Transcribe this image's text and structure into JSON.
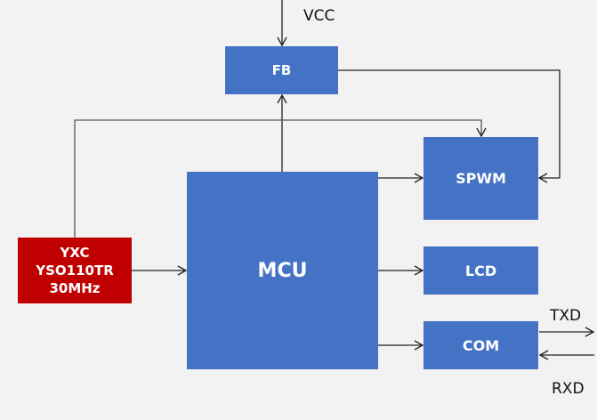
{
  "blocks": {
    "fb": "FB",
    "mcu": "MCU",
    "spwm": "SPWM",
    "lcd": "LCD",
    "com": "COM",
    "oscillator": [
      "YXC",
      "YSO110TR",
      "30MHz"
    ]
  },
  "labels": {
    "vcc": "VCC",
    "txd": "TXD",
    "rxd": "RXD"
  },
  "colors": {
    "block_blue": "#4472c4",
    "block_red": "#c00000",
    "background": "#f2f2f2"
  }
}
